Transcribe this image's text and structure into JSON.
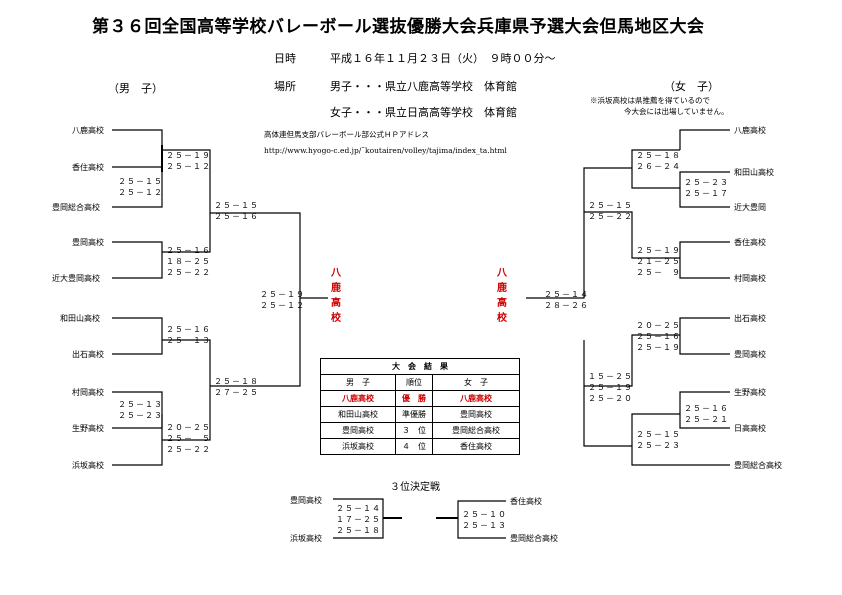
{
  "title": "第３６回全国高等学校バレーボール選抜優勝大会兵庫県予選大会但馬地区大会",
  "info": {
    "date_label": "日時",
    "date_value": "平成１６年１１月２３日（火）　９時００分〜",
    "place_label": "場所",
    "place_boys": "男子・・・県立八鹿高等学校　体育館",
    "place_girls": "女子・・・県立日高高等学校　体育館",
    "boys_header": "（男　子）",
    "girls_header": "（女　子）",
    "note_line1": "※浜坂高校は県推薦を得ているので",
    "note_line2": "今大会には出場していません。",
    "web_line1": "高体連但馬支部バレーボール部公式ＨＰアドレス",
    "web_line2": "http://www.hyogo-c.ed.jp/˜koutairen/volley/tajima/index_ta.html"
  },
  "boys": {
    "teams": [
      "八鹿高校",
      "香住高校",
      "豊岡総合高校",
      "豊岡高校",
      "近大豊岡高校",
      "和田山高校",
      "出石高校",
      "村岡高校",
      "生野高校",
      "浜坂高校"
    ],
    "scores": {
      "m1": [
        "２５－１９",
        "２５－１２"
      ],
      "m2": [
        "２５－１５",
        "２５－１２"
      ],
      "m3": [
        "２５－１５",
        "２５－１６"
      ],
      "m4": [
        "２５－１６",
        "１８－２５",
        "２５－２２"
      ],
      "m5": [
        "２５－１６",
        "２５－１３"
      ],
      "m6": [
        "２５－１３",
        "２５－２３"
      ],
      "m7": [
        "２０－２５",
        "２５－　５",
        "２５－２２"
      ],
      "m8": [
        "２５－１８",
        "２７－２５"
      ],
      "final": [
        "２５－１９",
        "２５－１２"
      ]
    },
    "winner": [
      "八",
      "鹿",
      "高",
      "校"
    ]
  },
  "girls": {
    "teams": [
      "八鹿高校",
      "和田山高校",
      "近大豊岡",
      "香住高校",
      "村岡高校",
      "出石高校",
      "豊岡高校",
      "生野高校",
      "日高高校",
      "豊岡総合高校"
    ],
    "scores": {
      "m1": [
        "２５－１８",
        "２６－２４"
      ],
      "m2": [
        "２５－２３",
        "２５－１７"
      ],
      "m3": [
        "２５－１５",
        "２５－２２"
      ],
      "m4": [
        "２５－１９",
        "２１－２５",
        "２５－　９"
      ],
      "m5": [
        "２０－２５",
        "２５－１６",
        "２５－１９"
      ],
      "m6": [
        "２５－１６",
        "２５－２１"
      ],
      "m7": [
        "２５－１５",
        "２５－２３"
      ],
      "m8": [
        "１５－２５",
        "２５－１９",
        "２５－２０"
      ],
      "final": [
        "２５－１４",
        "２８－２６"
      ]
    },
    "winner": [
      "八",
      "鹿",
      "高",
      "校"
    ]
  },
  "results": {
    "heading": "大　会　結　果",
    "col_boys": "男　子",
    "col_rank": "順位",
    "col_girls": "女　子",
    "rows": [
      {
        "boys": "八鹿高校",
        "rank": "優　勝",
        "girls": "八鹿高校"
      },
      {
        "boys": "和田山高校",
        "rank": "準優勝",
        "girls": "豊岡高校"
      },
      {
        "boys": "豊岡高校",
        "rank": "３　位",
        "girls": "豊岡総合高校"
      },
      {
        "boys": "浜坂高校",
        "rank": "４　位",
        "girls": "香住高校"
      }
    ]
  },
  "third_place": {
    "heading": "３位決定戦",
    "boys_top": "豊岡高校",
    "boys_bottom": "浜坂高校",
    "boys_scores": [
      "２５－１４",
      "１７－２５",
      "２５－１８"
    ],
    "girls_top": "香住高校",
    "girls_bottom": "豊岡総合高校",
    "girls_scores": [
      "２５－１０",
      "２５－１３"
    ]
  }
}
